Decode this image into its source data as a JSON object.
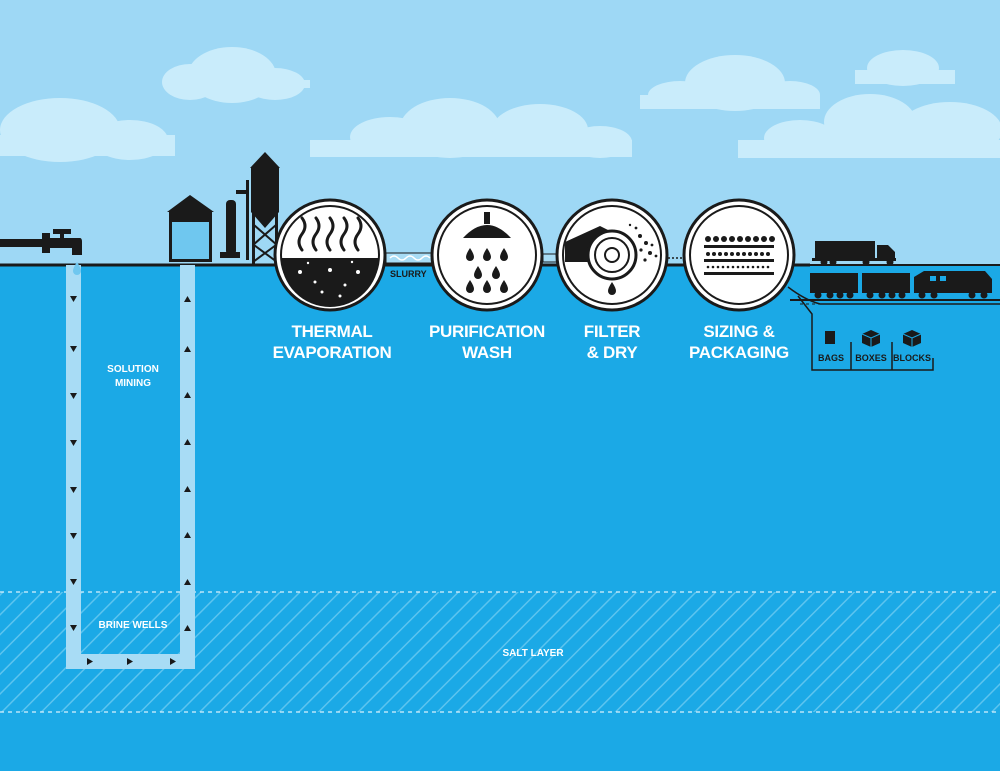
{
  "labels": {
    "slurry": "SLURRY",
    "solution_mining_line1": "SOLUTION",
    "solution_mining_line2": "MINING",
    "brine_wells": "BRINE WELLS",
    "salt_layer": "SALT LAYER"
  },
  "stages": [
    {
      "line1": "THERMAL",
      "line2": "EVAPORATION",
      "icon": "evaporation-icon"
    },
    {
      "line1": "PURIFICATION",
      "line2": "WASH",
      "icon": "shower-icon"
    },
    {
      "line1": "FILTER",
      "line2": "& DRY",
      "icon": "filter-dryer-icon"
    },
    {
      "line1": "SIZING &",
      "line2": "PACKAGING",
      "icon": "sizing-screen-icon"
    }
  ],
  "packaging": {
    "bags": "BAGS",
    "boxes": "BOXES",
    "blocks": "BLOCKS"
  },
  "colors": {
    "sky": "#9ed8f5",
    "cloud": "#c9ecfb",
    "ground": "#1ba9e6",
    "pipe": "#a8dcf5",
    "icon_dark": "#1a1a1a",
    "text": "#ffffff"
  }
}
